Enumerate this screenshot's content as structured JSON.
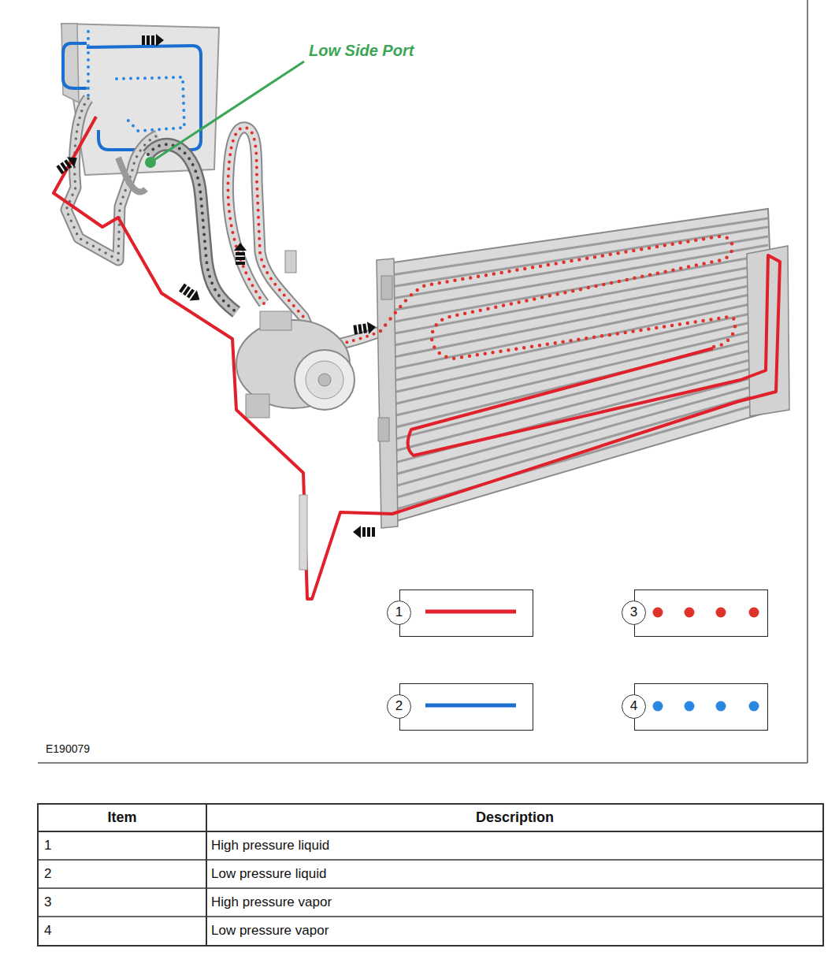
{
  "diagram": {
    "labels": [
      "Low Side Port",
      "E190079",
      "Item",
      "Description",
      "1",
      "High pressure liquid",
      "2",
      "Low pressure liquid",
      "3",
      "High pressure vapor",
      "4",
      "Low pressure vapor"
    ],
    "legend": [
      {
        "text": "1"
      },
      {
        "text": "2"
      },
      {
        "text": "3"
      },
      {
        "text": "4"
      }
    ]
  }
}
